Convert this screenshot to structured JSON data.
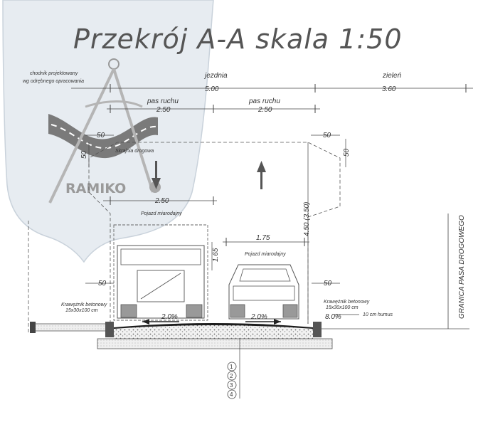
{
  "title": "Przekrój A-A skala 1:50",
  "watermark": {
    "logo_text": "RAMIKO",
    "shield_color": "#e7ecf1",
    "road_color": "#7a7a7a"
  },
  "labels": {
    "sidewalk_note_1": "chodnik projektowany",
    "sidewalk_note_2": "wg odrębnego opracowania",
    "carriageway": "jezdnia",
    "green": "zieleń",
    "lane_1": "pas ruchu",
    "lane_2": "pas ruchu",
    "road_edge": "Skrajnia drogowa",
    "design_vehicle_1": "Pojazd miarodajny",
    "design_vehicle_2": "Pojazd miarodajny",
    "curb_left_1": "Krawężnik betonowy",
    "curb_left_2": "15x30x100 cm",
    "curb_right_1": "Krawężnik betonowy",
    "curb_right_2": "15x30x100 cm",
    "humus": "10 cm humus",
    "boundary": "GRANICA PASA DROGOWEGO"
  },
  "dimensions": {
    "carriageway_width": "5.00",
    "green_width": "3.60",
    "lane_1_width": "2.50",
    "lane_2_width": "2.50",
    "corner_top_left": "50",
    "corner_left_vert": "50",
    "corner_top_right": "50",
    "corner_right_vert": "50",
    "clearance_width": "2.50",
    "vehicle_width": "1.75",
    "clearance_height": "4.50 (3.50)",
    "truck_height": "1.65",
    "low_left": "50",
    "low_right": "50"
  },
  "slopes": {
    "left": "2.0%",
    "right": "2.0%",
    "verge": "8.0%"
  },
  "layers": [
    "1",
    "2",
    "3",
    "4"
  ]
}
